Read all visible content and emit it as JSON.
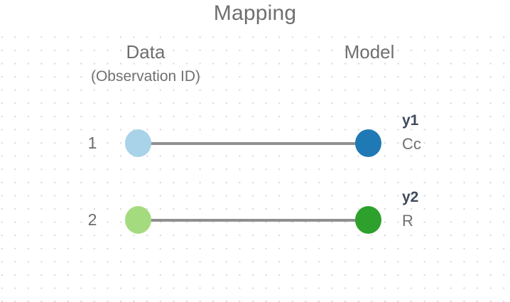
{
  "diagram": {
    "title": "Mapping",
    "columns": {
      "data_header": "Data",
      "data_subheader": "(Observation ID)",
      "model_header": "Model"
    },
    "colors": {
      "background": "#ffffff",
      "grid_dot": "#d7d9e3",
      "connector": "#8f8f8f",
      "title_text": "#6f6f6f",
      "header_text": "#6f6f6f",
      "model_var_text": "#3f4a5a",
      "node_data_1": "#a8d3e8",
      "node_model_1": "#1f79b5",
      "node_data_2": "#a5db7f",
      "node_model_2": "#2ea02c"
    },
    "mappings": [
      {
        "observation_id": "1",
        "data_node_color": "#a8d3e8",
        "model_node_color": "#1f79b5",
        "model_variable": "y1",
        "model_name": "Cc"
      },
      {
        "observation_id": "2",
        "data_node_color": "#a5db7f",
        "model_node_color": "#2ea02c",
        "model_variable": "y2",
        "model_name": "R"
      }
    ]
  }
}
